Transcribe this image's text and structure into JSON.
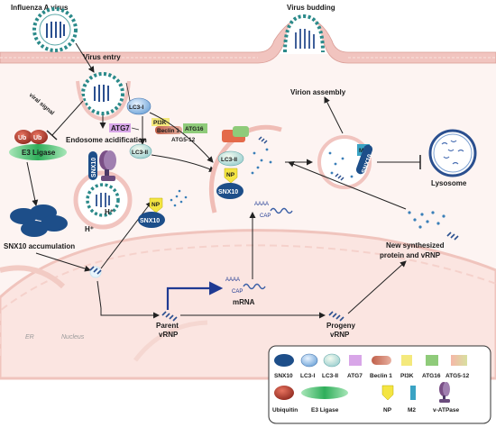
{
  "labels": {
    "virus": "Influenza A virus",
    "entry": "Virus entry",
    "viral_signal": "viral signal",
    "e3": "E3 Ligase",
    "ub": "Ub",
    "snx10_accum": "SNX10 accumulation",
    "endosome_acid": "Endosome acidification",
    "hplus": "H⁺",
    "lc3i": "LC3-I",
    "lc3ii": "LC3-II",
    "atg7": "ATG7",
    "pi3k": "PI3K",
    "beclin": "Beclin 1",
    "atg16": "ATG16",
    "atg512": "ATG5-12",
    "np": "NP",
    "snx10": "SNX10",
    "budding": "Virus budding",
    "assembly": "Virion assembly",
    "lysosome": "Lysosome",
    "m2": "M2",
    "aaaa": "AAAA",
    "cap": "CAP",
    "mrna": "mRNA",
    "parent": "Parent",
    "progeny": "Progeny",
    "vrnp": "vRNP",
    "new_synth_1": "New synthesized",
    "new_synth_2": "protein and vRNP",
    "er": "ER",
    "nucleus": "Nucleus"
  },
  "legend": {
    "row1": [
      "SNX10",
      "LC3-I",
      "LC3-II",
      "ATG7",
      "Beclin 1",
      "PI3K",
      "ATG16",
      "ATG5-12"
    ],
    "row2": [
      "Ubiquitin",
      "E3 Ligase",
      "NP",
      "M2",
      "v-ATPase"
    ]
  },
  "colors": {
    "membrane": "#f3c9c4",
    "membrane_edge": "#e0a8a2",
    "cytoplasm": "#fdf1ef",
    "nucleus": "#fbe6e3",
    "snx10": "#1d4e89",
    "virus_teal": "#2b8a8a",
    "e3": "#3fb968",
    "ub": "#b83a2e",
    "np": "#f4e542",
    "arrow": "#222222",
    "rna": "#3a5fa6"
  }
}
